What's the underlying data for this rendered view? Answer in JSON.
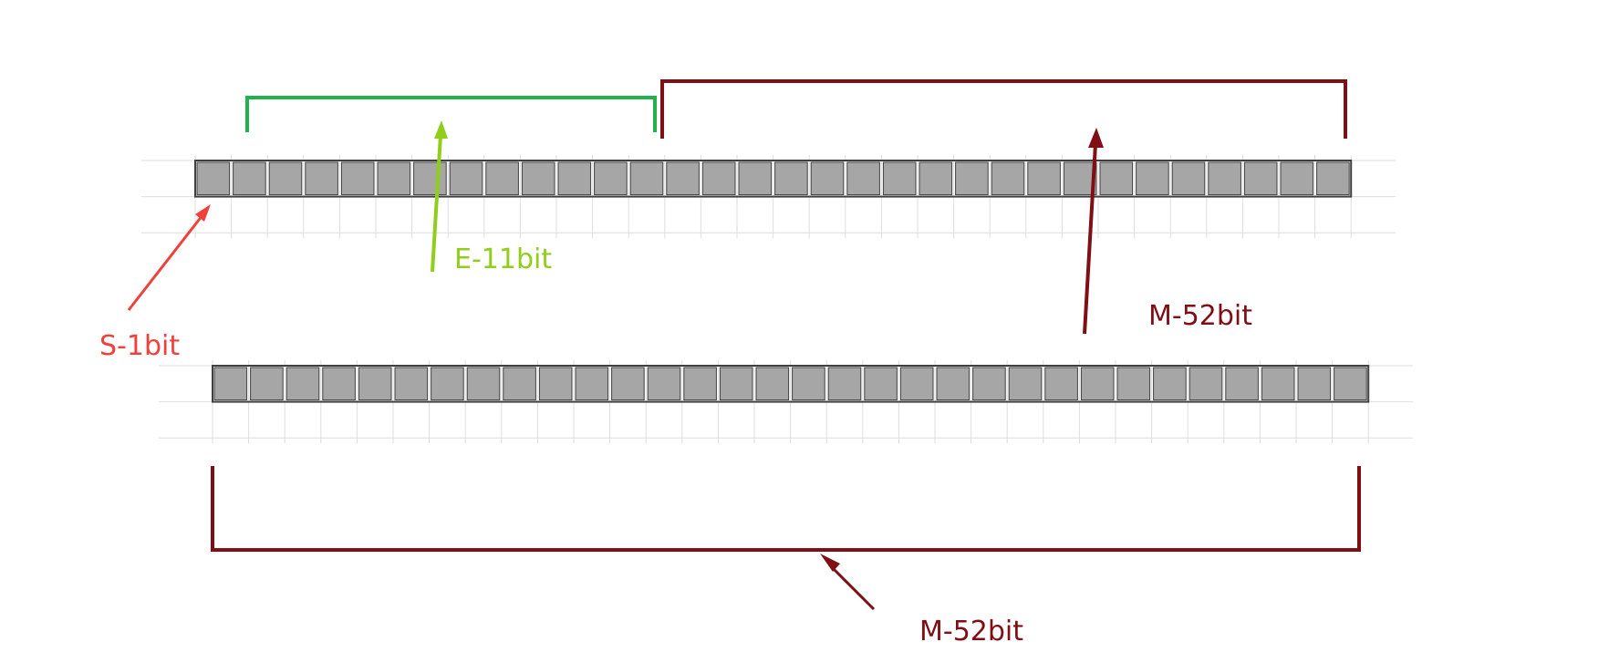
{
  "labels": {
    "sign": "S-1bit",
    "exponent": "E-11bit",
    "mantissa_top": "M-52bit",
    "mantissa_bottom": "M-52bit"
  },
  "rows": {
    "top_cells": 32,
    "bottom_cells": 32
  },
  "colors": {
    "sign": "#f0403c",
    "exponent_bracket": "#22b14c",
    "exponent_arrow": "#8fce1a",
    "exponent_text": "#8fce1a",
    "mantissa": "#7f0f15",
    "cell_fill": "#a6a6a6",
    "cell_stroke": "#404040",
    "grid": "#dedede"
  }
}
